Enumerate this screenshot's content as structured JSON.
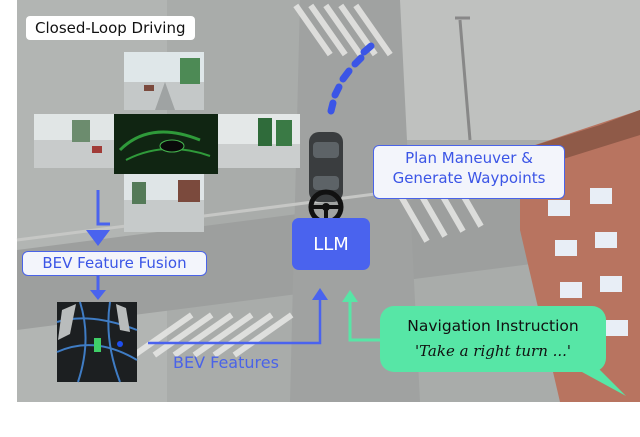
{
  "title": "Closed-Loop Driving",
  "labels": {
    "plan_line1": "Plan Maneuver &",
    "plan_line2": "Generate Waypoints",
    "llm": "LLM",
    "bev_fusion": "BEV Feature Fusion",
    "bev_features": "BEV Features",
    "nav_title": "Navigation Instruction",
    "nav_text": "'Take a right turn ...'"
  },
  "colors": {
    "accent_blue": "#4a63ee",
    "nav_green": "#57e6a6",
    "building_brick": "#b87460",
    "road_gray": "#a7aaa8"
  }
}
